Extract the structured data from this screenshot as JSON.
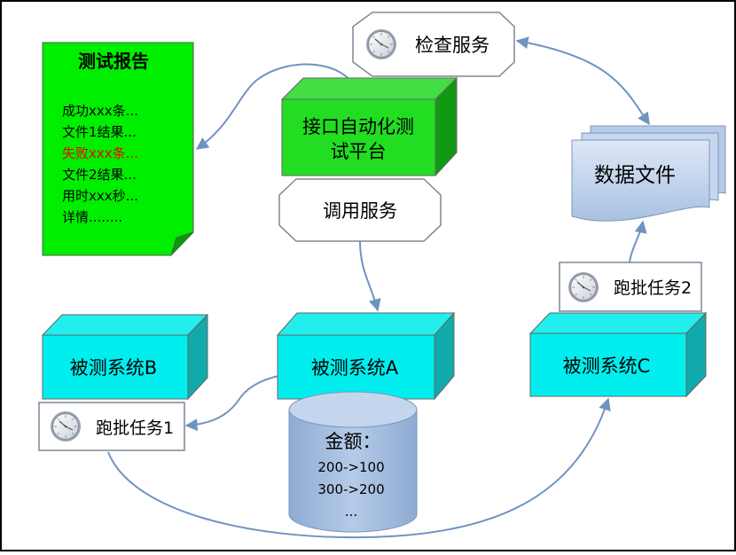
{
  "report": {
    "title": "测试报告",
    "lines": [
      {
        "text": "成功xxx条...",
        "status": "normal"
      },
      {
        "text": "文件1结果...",
        "status": "normal"
      },
      {
        "text": "失败xxx条...",
        "status": "error"
      },
      {
        "text": "文件2结果...",
        "status": "normal"
      },
      {
        "text": "用时xxx秒...",
        "status": "normal"
      },
      {
        "text": "详情........",
        "status": "normal"
      }
    ]
  },
  "platform": {
    "line1": "接口自动化测",
    "line2": "试平台"
  },
  "services": {
    "check": "检查服务",
    "call": "调用服务"
  },
  "data_file": {
    "label": "数据文件"
  },
  "systems": {
    "a": "被测系统A",
    "b": "被测系统B",
    "c": "被测系统C"
  },
  "batch_tasks": {
    "task1": "跑批任务1",
    "task2": "跑批任务2"
  },
  "database": {
    "title": "金额：",
    "rows": [
      "200->100",
      "300->200",
      "..."
    ]
  },
  "icons": {
    "clock": "clock-icon"
  },
  "colors": {
    "report_fill": "#00ee00",
    "platform_front": "#22dd22",
    "system_front": "#00eeee",
    "database_fill": "#a3bde0",
    "arrow": "#6f93c0",
    "error_text": "#ee0000",
    "border": "#000000"
  }
}
